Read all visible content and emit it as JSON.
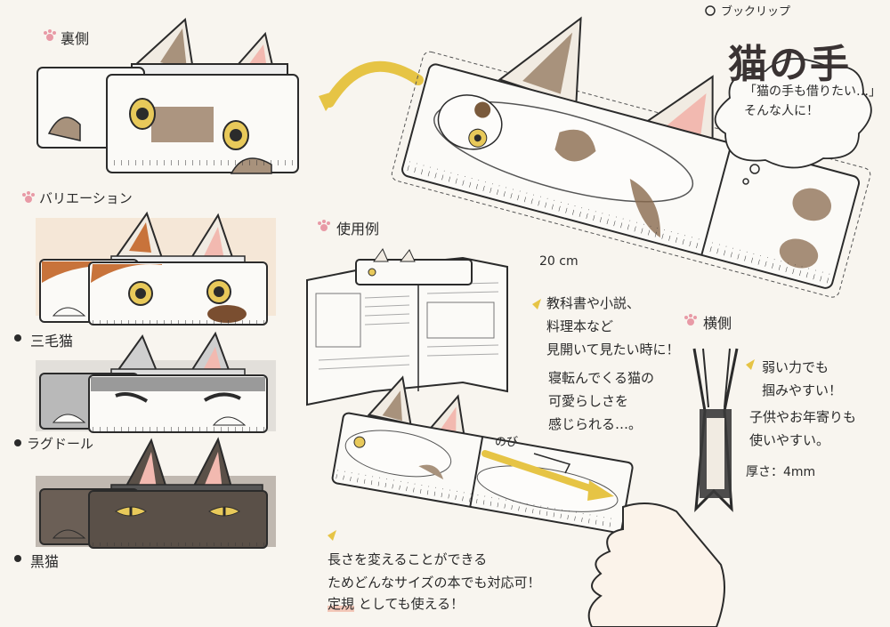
{
  "header": {
    "category": "ブックリップ",
    "title": "猫の手",
    "bubble": "「猫の手も借りたい…」\nそんな人に！"
  },
  "sections": {
    "back": "裏側",
    "variation": "バリエーション",
    "usage": "使用例",
    "side": "横側"
  },
  "variants": [
    {
      "label": "三毛猫"
    },
    {
      "label": "ラグドール"
    },
    {
      "label": "黒猫"
    }
  ],
  "measure": {
    "length": "20 cm",
    "stretch": "のび",
    "thickness": "厚さ：4mm"
  },
  "notes": {
    "usage_1": "教科書や小説、\n料理本など\n見開いて見たい時に！",
    "usage_2": "寝転んでくる猫の\n可愛らしさを\n感じられる…。",
    "side_1": "弱い力でも\n掴みやすい！",
    "side_2": "子供やお年寄りも\n使いやすい。",
    "length_1": "長さを変えることができる\nためどんなサイズの本でも対応可！",
    "length_2a": "定規",
    "length_2b": "としても使える！"
  },
  "colors": {
    "paw": "#e89aa6",
    "calico_orange": "#c8733b",
    "brown": "#8a6a4d",
    "gray": "#9a9a9a",
    "black": "#5a5048",
    "eye": "#e8c95a",
    "pink": "#f2b9b0"
  }
}
